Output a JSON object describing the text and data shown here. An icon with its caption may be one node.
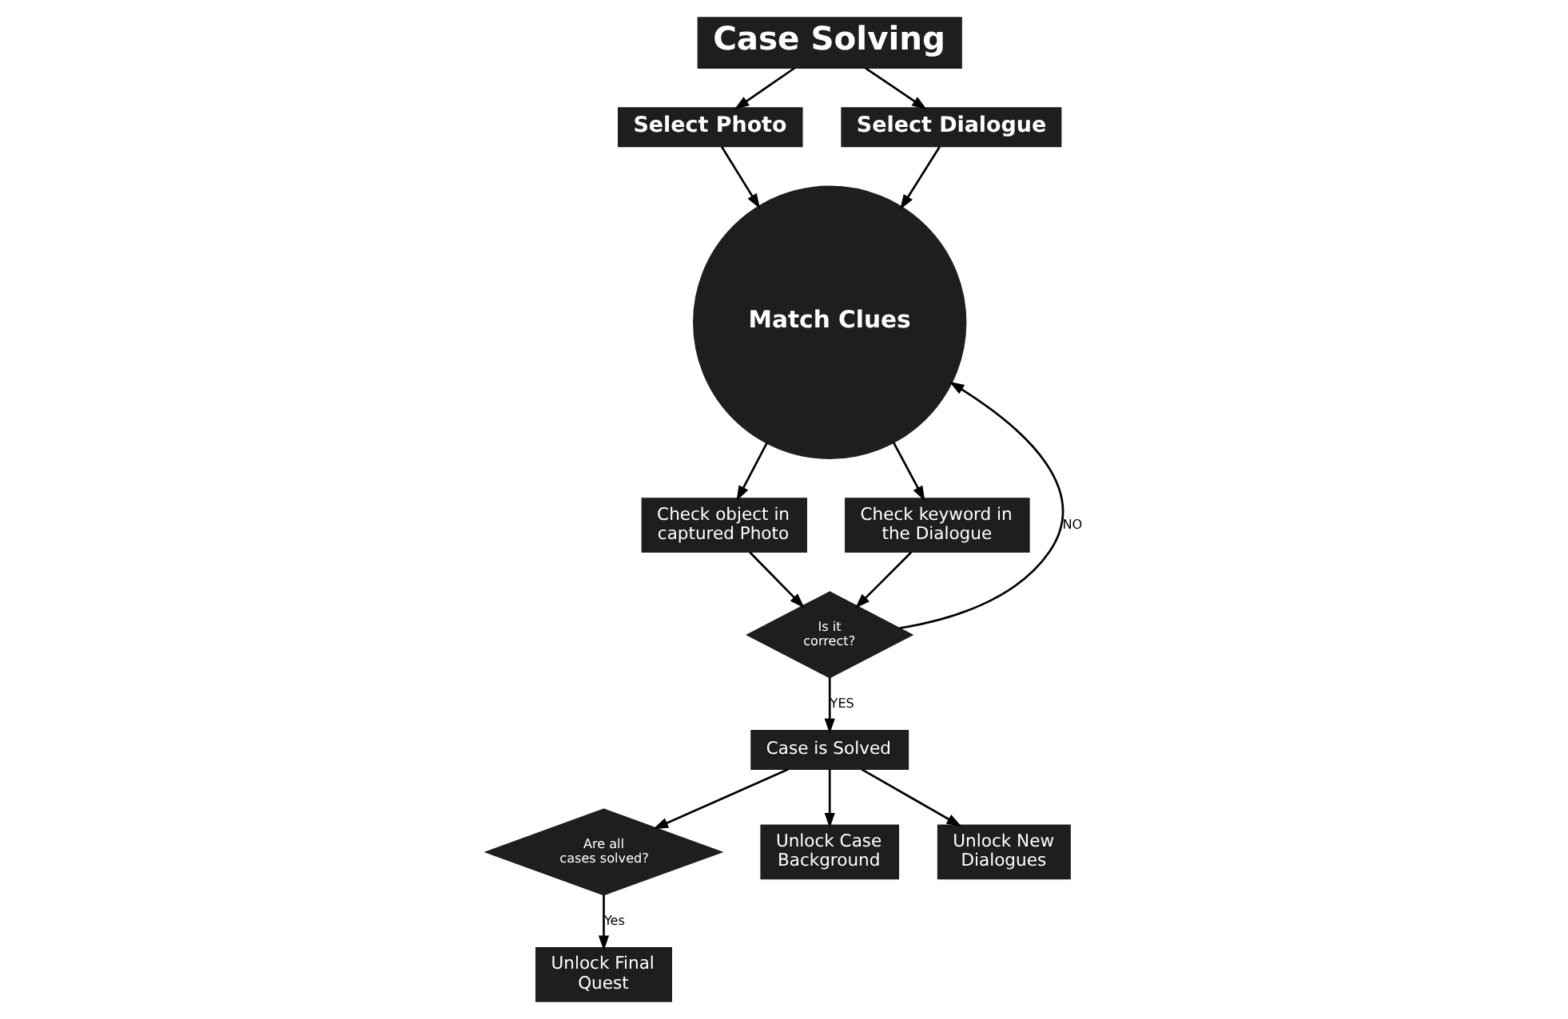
{
  "diagram": {
    "nodes": [
      {
        "text": [
          "Case Solving"
        ]
      },
      {
        "text": [
          "Select Photo"
        ]
      },
      {
        "text": [
          "Select Dialogue"
        ]
      },
      {
        "text": [
          "Match Clues"
        ]
      },
      {
        "text": [
          "Check object in captured Photo"
        ]
      },
      {
        "text": [
          "Check keyword in the Dialogue"
        ]
      },
      {
        "text": [
          "Is it correct?"
        ]
      },
      {
        "text": [
          "Case is Solved"
        ]
      },
      {
        "text": [
          "Are all cases solved?"
        ]
      },
      {
        "text": [
          "Unlock Final Quest"
        ]
      },
      {
        "text": [
          "Unlock Case Background"
        ]
      },
      {
        "text": [
          "Unlock New Dialogues"
        ]
      }
    ],
    "edges": [
      {
        "from": 0,
        "to": 1,
        "arrow": "to"
      },
      {
        "from": 0,
        "to": 2,
        "arrow": "to"
      },
      {
        "from": 1,
        "to": 3,
        "arrow": "to"
      },
      {
        "from": 2,
        "to": 3,
        "arrow": "to"
      },
      {
        "from": 3,
        "to": 4,
        "arrow": "to"
      },
      {
        "from": 3,
        "to": 5,
        "arrow": "to"
      },
      {
        "from": 4,
        "to": 6,
        "arrow": "to"
      },
      {
        "from": 5,
        "to": 6,
        "arrow": "to"
      },
      {
        "from": 6,
        "to": 3,
        "label": "NO",
        "arrow": "to"
      },
      {
        "from": 6,
        "to": 7,
        "label": "YES",
        "arrow": "to"
      },
      {
        "from": 7,
        "to": 8,
        "arrow": "to"
      },
      {
        "from": 7,
        "to": 10,
        "arrow": "to"
      },
      {
        "from": 7,
        "to": 11,
        "arrow": "to"
      },
      {
        "from": 8,
        "to": 9,
        "label": "Yes",
        "arrow": "to"
      }
    ]
  }
}
